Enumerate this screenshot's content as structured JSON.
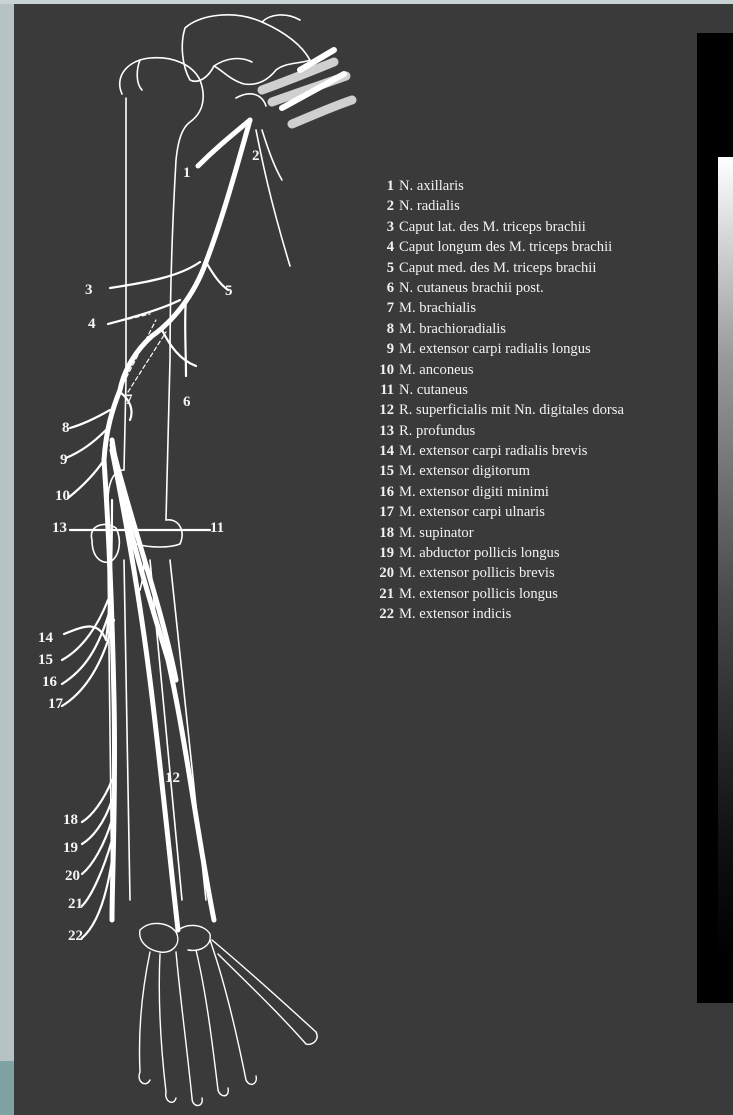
{
  "figure_labels": [
    "1",
    "2",
    "3",
    "4",
    "5",
    "6",
    "7",
    "8",
    "9",
    "10",
    "11",
    "12",
    "13",
    "14",
    "15",
    "16",
    "17",
    "18",
    "19",
    "20",
    "21",
    "22"
  ],
  "legend": [
    {
      "num": "1",
      "text": "N. axillaris"
    },
    {
      "num": "2",
      "text": "N. radialis"
    },
    {
      "num": "3",
      "text": "Caput lat. des M. triceps brachii"
    },
    {
      "num": "4",
      "text": "Caput longum des M. triceps brachii"
    },
    {
      "num": "5",
      "text": "Caput med. des M. triceps brachii"
    },
    {
      "num": "6",
      "text": "N. cutaneus brachii post."
    },
    {
      "num": "7",
      "text": "M. brachialis"
    },
    {
      "num": "8",
      "text": "M. brachioradialis"
    },
    {
      "num": "9",
      "text": "M. extensor carpi radialis longus"
    },
    {
      "num": "10",
      "text": "M. anconeus"
    },
    {
      "num": "11",
      "text": "N. cutaneus"
    },
    {
      "num": "12",
      "text": "R. superficialis mit Nn. digitales dorsa"
    },
    {
      "num": "13",
      "text": "R. profundus"
    },
    {
      "num": "14",
      "text": "M. extensor carpi radialis brevis"
    },
    {
      "num": "15",
      "text": "M. extensor digitorum"
    },
    {
      "num": "16",
      "text": "M. extensor digiti minimi"
    },
    {
      "num": "17",
      "text": "M. extensor carpi ulnaris"
    },
    {
      "num": "18",
      "text": "M. supinator"
    },
    {
      "num": "19",
      "text": "M. abductor pollicis longus"
    },
    {
      "num": "20",
      "text": "M. extensor pollicis brevis"
    },
    {
      "num": "21",
      "text": "M. extensor pollicis longus"
    },
    {
      "num": "22",
      "text": "M. extensor indicis"
    }
  ],
  "colors": {
    "background": "#3a3a3a",
    "frame": "#b6c2c3",
    "drawing": "#ffffff",
    "side_bar": "#000000"
  }
}
